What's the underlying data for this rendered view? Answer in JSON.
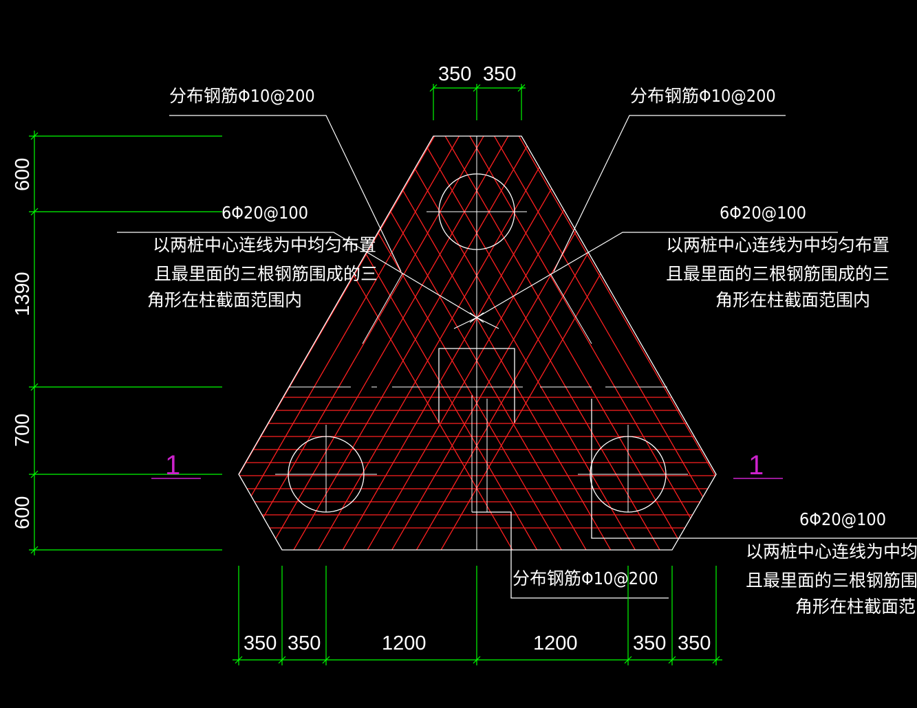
{
  "colors": {
    "background": "#000000",
    "outline": "#ffffff",
    "rebar": "#ff2020",
    "dimension": "#00ff00",
    "section_mark": "#cc22cc"
  },
  "dimensions": {
    "top": [
      "350",
      "350"
    ],
    "left": [
      "600",
      "1390",
      "700",
      "600"
    ],
    "bottom": [
      "350",
      "350",
      "1200",
      "1200",
      "350",
      "350"
    ]
  },
  "annotations": {
    "dist_bar_top_left": "分布钢筋Φ10@200",
    "dist_bar_top_right": "分布钢筋Φ10@200",
    "dist_bar_bottom": "分布钢筋Φ10@200",
    "rebar_left": {
      "spec": "6Φ20@100",
      "line1": "以两桩中心连线为中均匀布置",
      "line2": "且最里面的三根钢筋围成的三",
      "line3": "角形在柱截面范围内"
    },
    "rebar_right": {
      "spec": "6Φ20@100",
      "line1": "以两桩中心连线为中均匀布置",
      "line2": "且最里面的三根钢筋围成的三",
      "line3": "角形在柱截面范围内"
    },
    "rebar_bottom": {
      "spec": "6Φ20@100",
      "line1": "以两桩中心连线为中均匀布置",
      "line2": "且最里面的三根钢筋围成的三",
      "line3": "角形在柱截面范围内"
    }
  },
  "section_marks": {
    "left": "1",
    "right": "1"
  },
  "icons": [
    "pile-circle",
    "section-cut-mark"
  ]
}
